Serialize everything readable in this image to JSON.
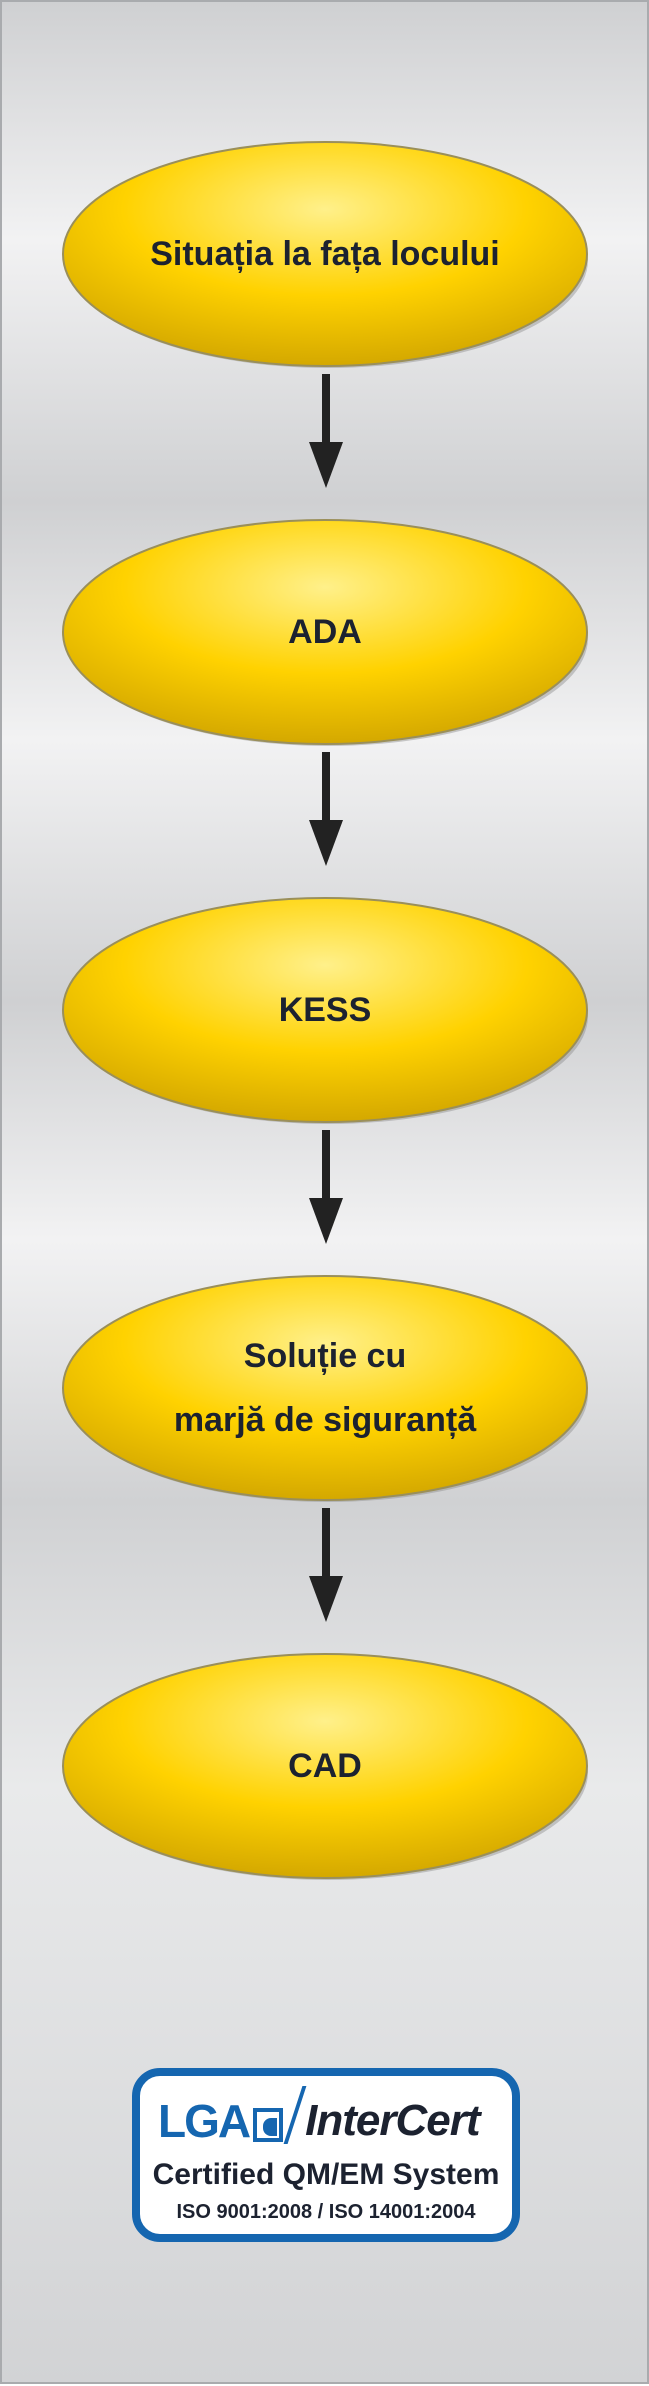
{
  "colors": {
    "node_fill": "#ffd200",
    "node_highlight": "#fff08a",
    "node_shadow": "#d4a800",
    "node_stroke": "#9a8f5a",
    "node_text": "#1c2230",
    "arrow": "#222222",
    "cert_blue": "#1566b0",
    "background": "#e6e7e8"
  },
  "flowchart": {
    "nodes": [
      {
        "id": "situatia",
        "lines": [
          "Situația la fața locului"
        ]
      },
      {
        "id": "ada",
        "lines": [
          "ADA"
        ]
      },
      {
        "id": "kess",
        "lines": [
          "KESS"
        ]
      },
      {
        "id": "solutie",
        "lines": [
          "Soluție cu",
          "marjă de siguranță"
        ]
      },
      {
        "id": "cad",
        "lines": [
          "CAD"
        ]
      }
    ],
    "edges": [
      {
        "from": "situatia",
        "to": "ada"
      },
      {
        "from": "ada",
        "to": "kess"
      },
      {
        "from": "kess",
        "to": "solutie"
      },
      {
        "from": "solutie",
        "to": "cad"
      }
    ]
  },
  "certification": {
    "brand_left": "LGA",
    "brand_right": "InterCert",
    "line1": "Certified QM/EM System",
    "line2": "ISO 9001:2008 / ISO 14001:2004"
  }
}
